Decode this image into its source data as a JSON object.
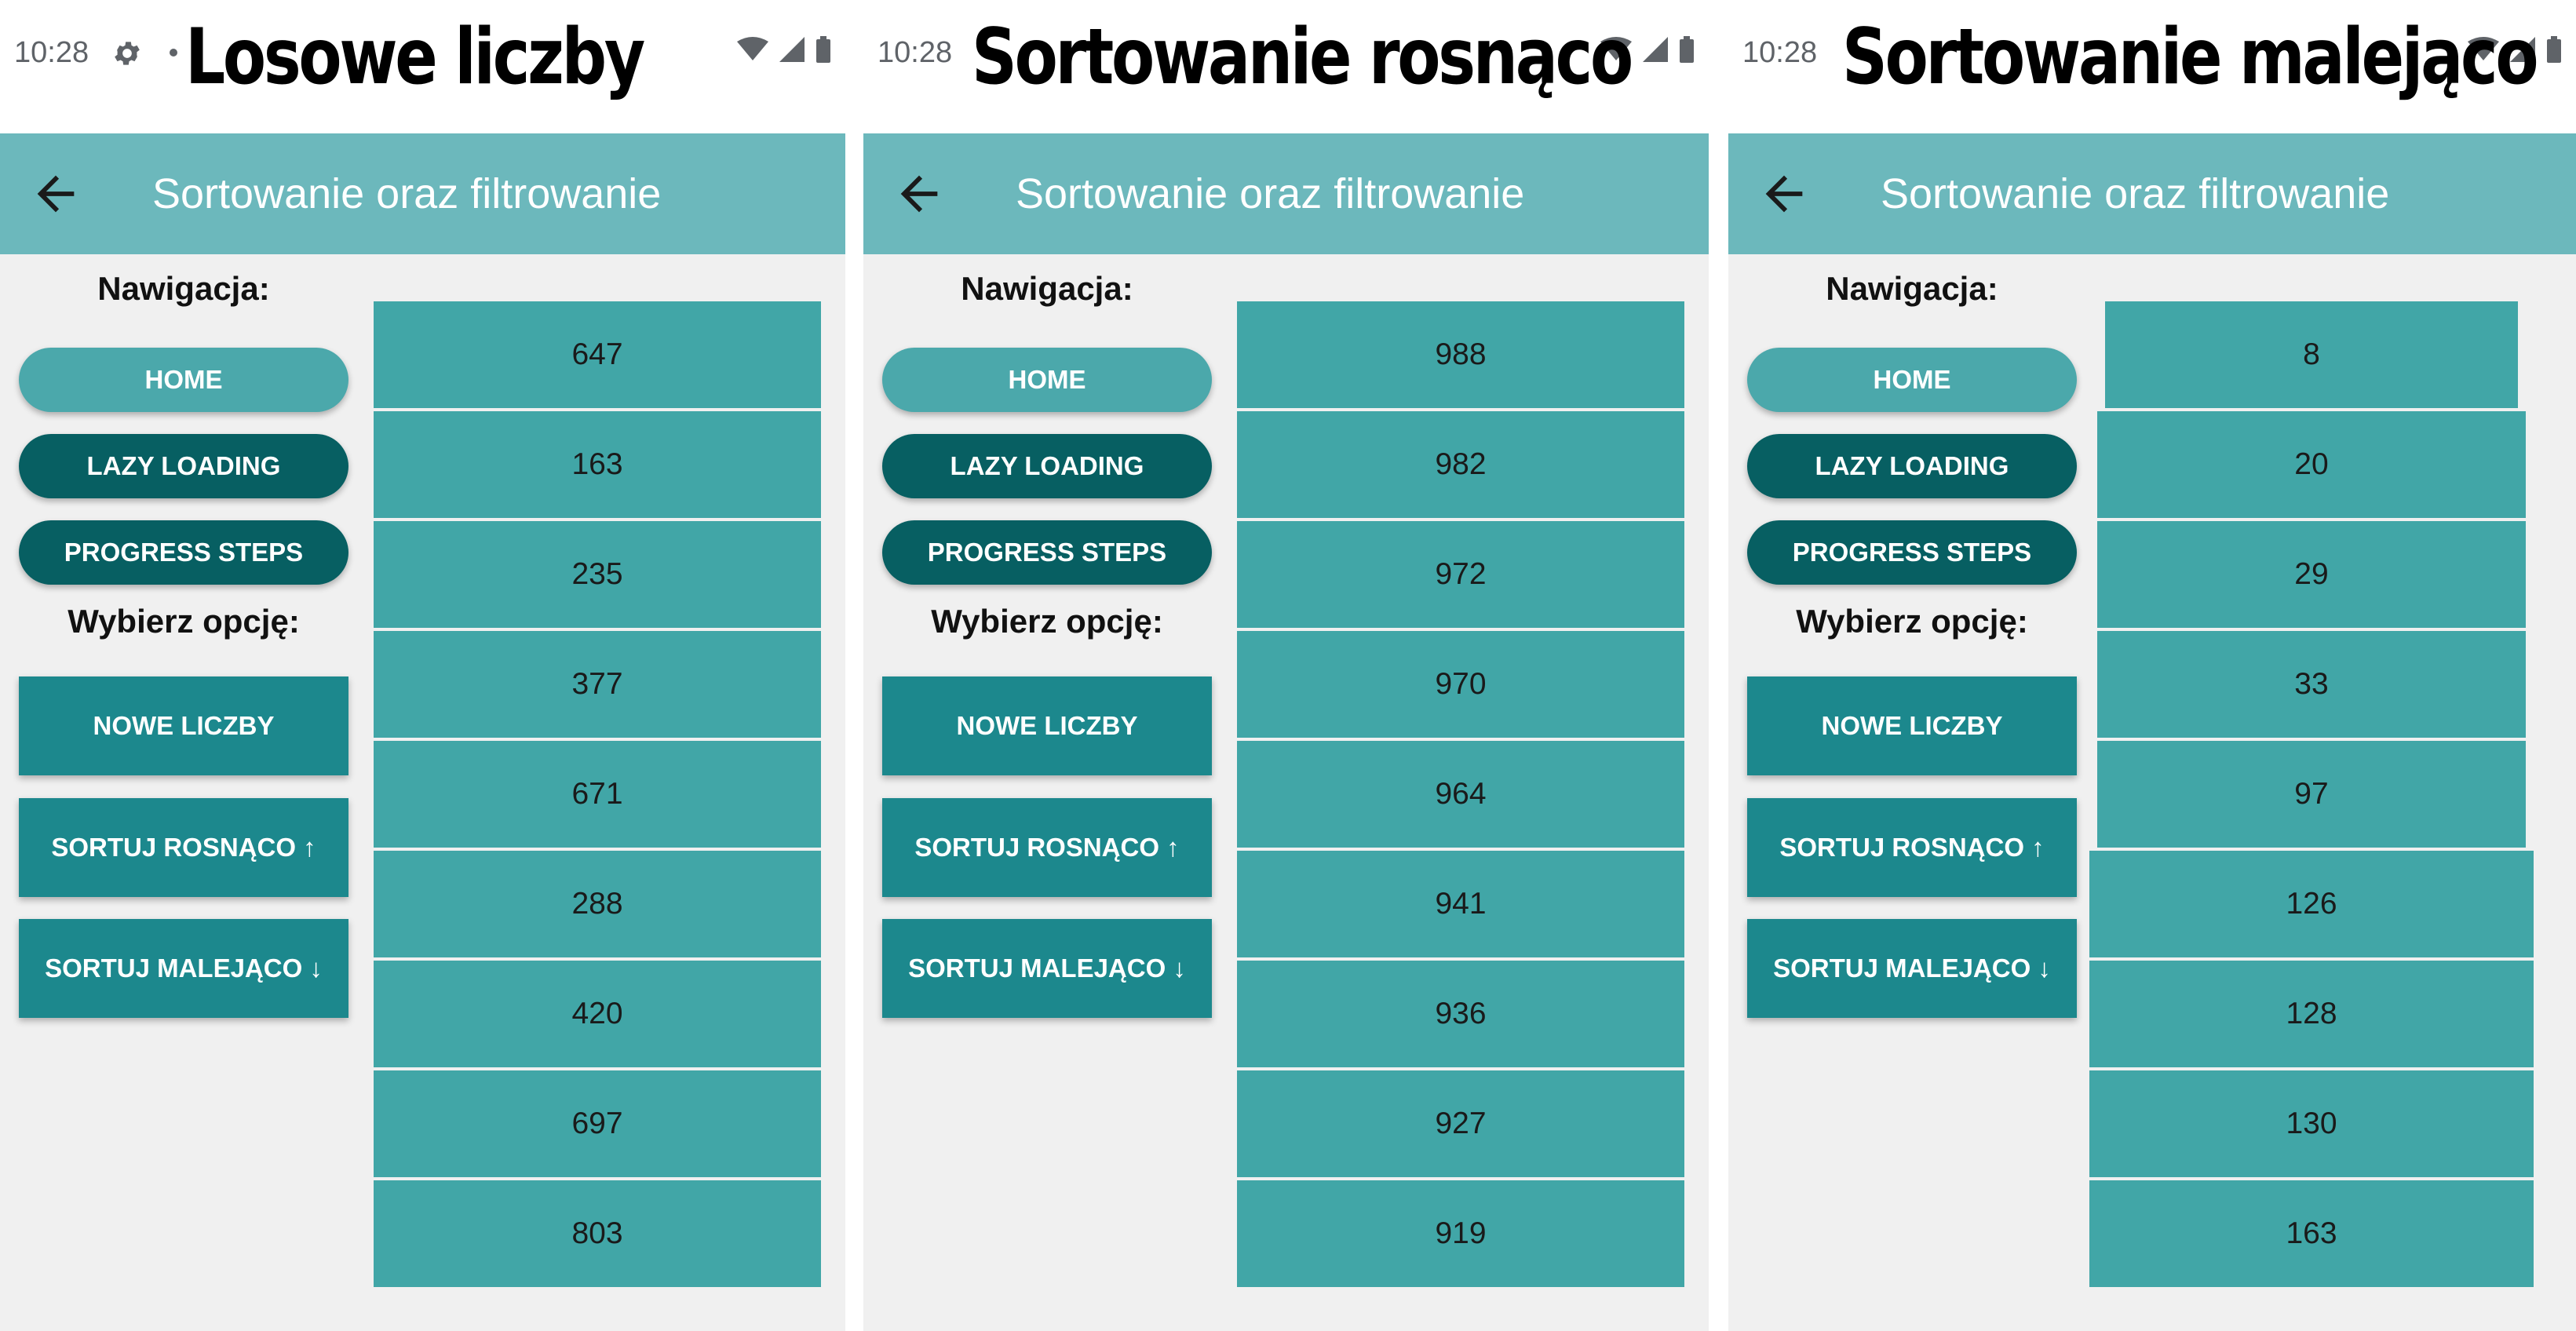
{
  "screens": [
    {
      "caption": "Losowe liczby",
      "status": {
        "time": "10:28",
        "icons": [
          "settings-icon",
          "notification-dot-icon",
          "wifi-icon",
          "signal-icon",
          "battery-icon"
        ]
      },
      "appbar": {
        "title": "Sortowanie oraz filtrowanie",
        "back_icon": "arrow-left-icon"
      },
      "navigation": {
        "heading": "Nawigacja:",
        "buttons": [
          {
            "label": "HOME",
            "style": "active"
          },
          {
            "label": "LAZY LOADING",
            "style": "default"
          },
          {
            "label": "PROGRESS STEPS",
            "style": "default"
          }
        ]
      },
      "options": {
        "heading": "Wybierz opcję:",
        "buttons": [
          {
            "label": "NOWE LICZBY"
          },
          {
            "label": "SORTUJ ROSNĄCO ↑"
          },
          {
            "label": "SORTUJ MALEJĄCO ↓"
          }
        ]
      },
      "numbers": [
        "647",
        "163",
        "235",
        "377",
        "671",
        "288",
        "420",
        "697",
        "803"
      ]
    },
    {
      "caption": "Sortowanie rosnąco",
      "status": {
        "time": "10:28",
        "icons": [
          "wifi-icon",
          "signal-icon",
          "battery-icon"
        ]
      },
      "appbar": {
        "title": "Sortowanie oraz filtrowanie",
        "back_icon": "arrow-left-icon"
      },
      "navigation": {
        "heading": "Nawigacja:",
        "buttons": [
          {
            "label": "HOME",
            "style": "active"
          },
          {
            "label": "LAZY LOADING",
            "style": "default"
          },
          {
            "label": "PROGRESS STEPS",
            "style": "default"
          }
        ]
      },
      "options": {
        "heading": "Wybierz opcję:",
        "buttons": [
          {
            "label": "NOWE LICZBY"
          },
          {
            "label": "SORTUJ ROSNĄCO ↑"
          },
          {
            "label": "SORTUJ MALEJĄCO ↓"
          }
        ]
      },
      "numbers": [
        "988",
        "982",
        "972",
        "970",
        "964",
        "941",
        "936",
        "927",
        "919"
      ]
    },
    {
      "caption": "Sortowanie malejąco",
      "status": {
        "time": "10:28",
        "icons": [
          "wifi-icon",
          "signal-icon",
          "battery-icon"
        ]
      },
      "appbar": {
        "title": "Sortowanie oraz filtrowanie",
        "back_icon": "arrow-left-icon"
      },
      "navigation": {
        "heading": "Nawigacja:",
        "buttons": [
          {
            "label": "HOME",
            "style": "active"
          },
          {
            "label": "LAZY LOADING",
            "style": "default"
          },
          {
            "label": "PROGRESS STEPS",
            "style": "default"
          }
        ]
      },
      "options": {
        "heading": "Wybierz opcję:",
        "buttons": [
          {
            "label": "NOWE LICZBY"
          },
          {
            "label": "SORTUJ ROSNĄCO ↑"
          },
          {
            "label": "SORTUJ MALEJĄCO ↓"
          }
        ]
      },
      "numbers": [
        "8",
        "20",
        "29",
        "33",
        "97",
        "126",
        "128",
        "130",
        "163"
      ]
    }
  ],
  "colors": {
    "appbar": "#6cb8bc",
    "nav_active": "#4ba8ab",
    "nav_default": "#075f62",
    "option_button": "#1c888d",
    "list_item": "#41a6a7",
    "content_bg": "#f0f0f0"
  }
}
